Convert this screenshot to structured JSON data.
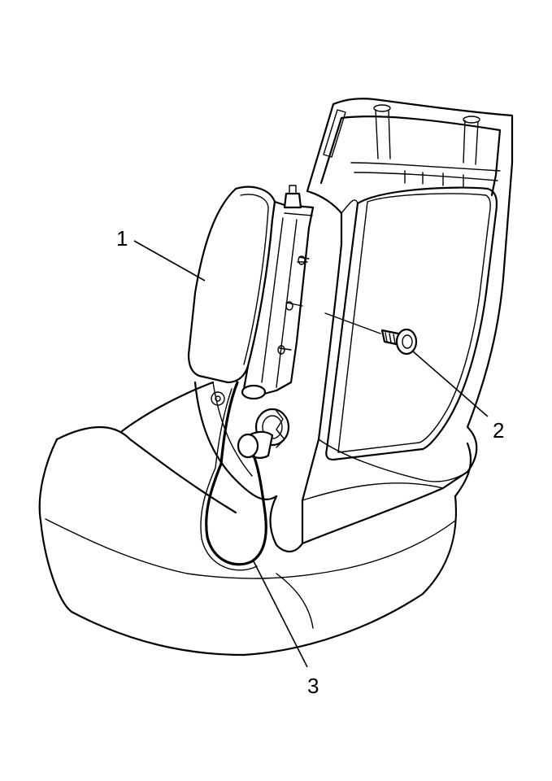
{
  "diagram": {
    "callouts": [
      {
        "id": 1,
        "label": "1",
        "part": "side-airbag-module"
      },
      {
        "id": 2,
        "label": "2",
        "part": "bolt"
      },
      {
        "id": 3,
        "label": "3",
        "part": "wiring-harness"
      }
    ],
    "colors": {
      "ink": "#000000",
      "paper": "#ffffff"
    }
  }
}
